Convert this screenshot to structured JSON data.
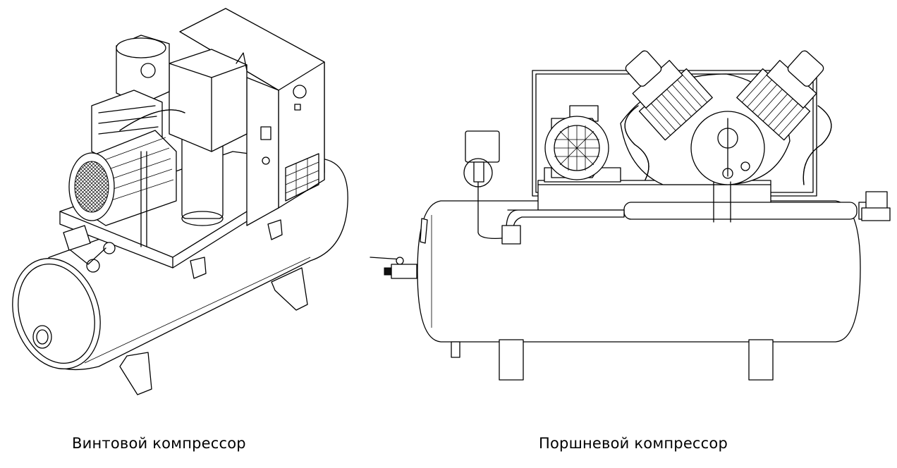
{
  "figures": [
    {
      "id": "screw",
      "caption": "Винтовой компрессор"
    },
    {
      "id": "piston",
      "caption": "Поршневой компрессор"
    }
  ]
}
